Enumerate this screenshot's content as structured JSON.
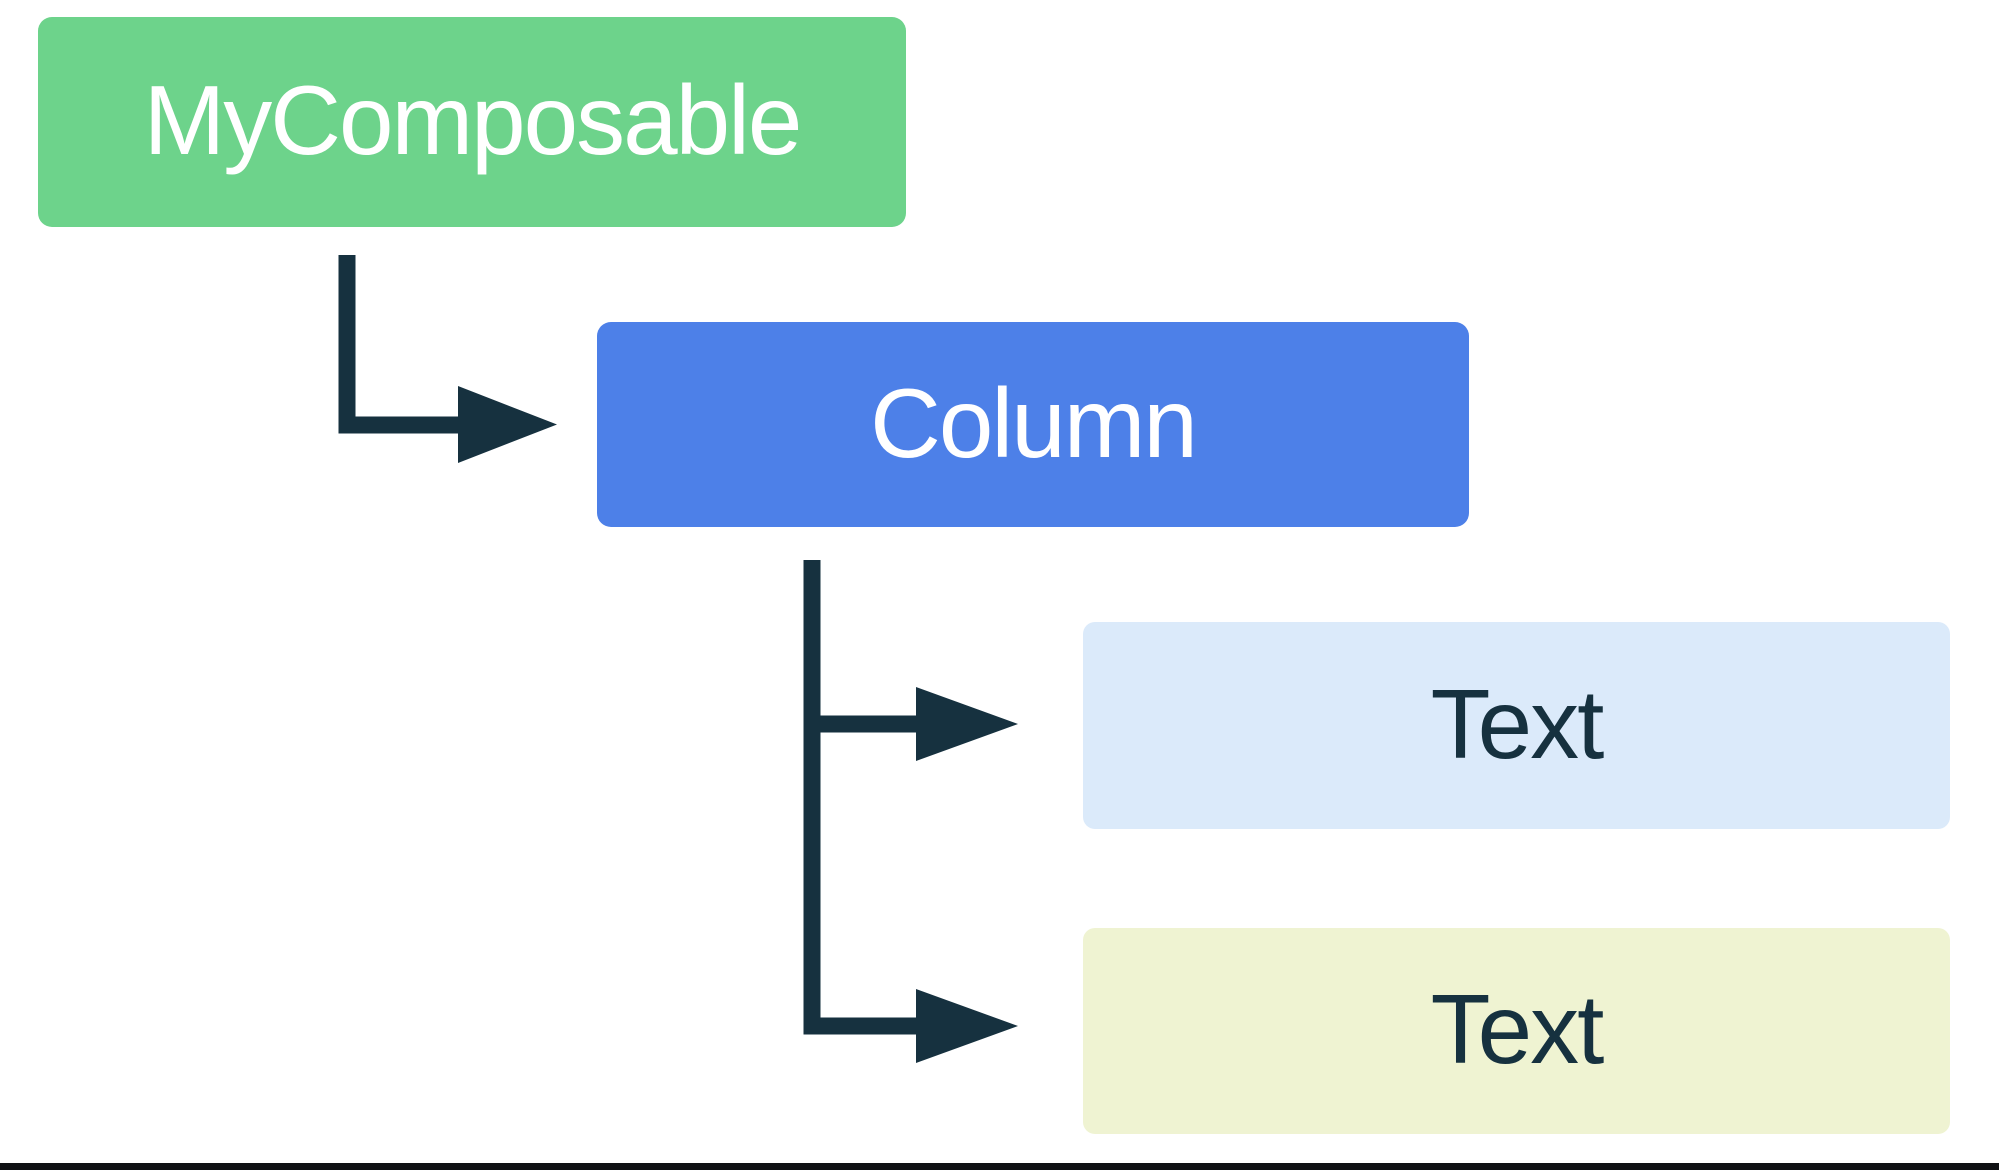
{
  "diagram": {
    "description": "Compose UI hierarchy tree",
    "background": "#ffffff",
    "connector_color": "#16313F",
    "bottom_rule_color": "#101114",
    "nodes": [
      {
        "id": "my-composable",
        "label": "MyComposable",
        "bg": "#6DD38B",
        "text_color": "#ffffff"
      },
      {
        "id": "column",
        "label": "Column",
        "bg": "#4D80E8",
        "text_color": "#ffffff"
      },
      {
        "id": "text-1",
        "label": "Text",
        "bg": "#DBEAFA",
        "text_color": "#16313F"
      },
      {
        "id": "text-2",
        "label": "Text",
        "bg": "#EFF3D2",
        "text_color": "#16313F"
      }
    ]
  }
}
